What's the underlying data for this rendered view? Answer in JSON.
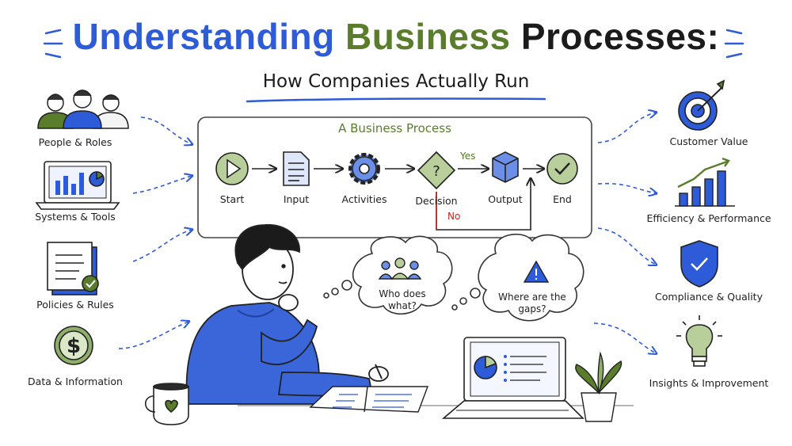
{
  "title": {
    "part1": "Understanding",
    "part2": "Business",
    "part3": "Processes:"
  },
  "subtitle": "How Companies Actually Run",
  "process": {
    "title": "A Business Process",
    "steps": [
      "Start",
      "Input",
      "Activities",
      "Decision",
      "Output",
      "End"
    ],
    "yes_label": "Yes",
    "no_label": "No"
  },
  "left_items": [
    "People & Roles",
    "Systems & Tools",
    "Policies & Rules",
    "Data & Information"
  ],
  "right_items": [
    "Customer Value",
    "Efficiency & Performance",
    "Compliance & Quality",
    "Insights & Improvement"
  ],
  "thoughts": {
    "left": [
      "Who does",
      "what?"
    ],
    "right": [
      "Where are the",
      "gaps?"
    ]
  },
  "colors": {
    "blue": "#2e5bd8",
    "green": "#5a7d2c",
    "dark": "#1b1b1b",
    "red": "#c0281f",
    "light_blue": "#6b8fe6"
  },
  "icons": {
    "left": [
      "people-icon",
      "monitor-chart-icon",
      "documents-check-icon",
      "dollar-coin-icon"
    ],
    "right": [
      "target-icon",
      "growth-chart-icon",
      "shield-check-icon",
      "lightbulb-icon"
    ]
  }
}
